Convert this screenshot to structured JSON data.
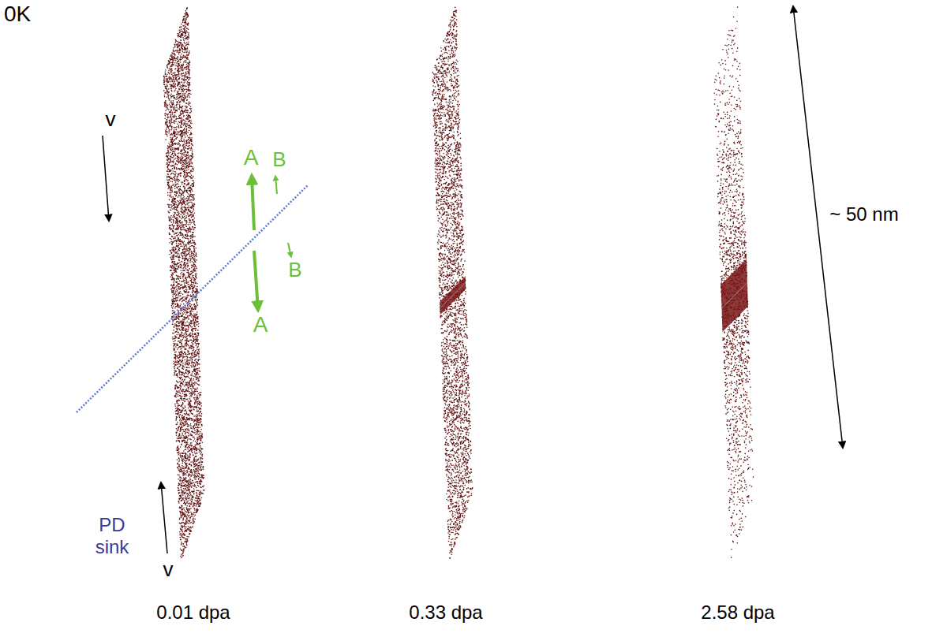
{
  "diagram": {
    "labels": [
      "0K",
      "v",
      "A",
      "B",
      "B",
      "A",
      "PD sink",
      "v",
      "~ 50 nm",
      "0.01 dpa",
      "0.33 dpa",
      "2.58 dpa"
    ]
  }
}
